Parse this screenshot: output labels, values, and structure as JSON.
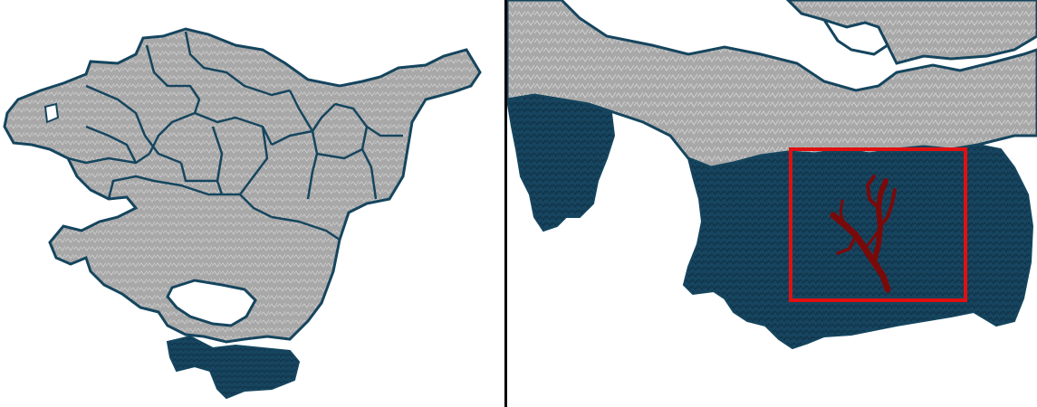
{
  "colors": {
    "background": "#ffffff",
    "terrain_fill": "#a8a8a8",
    "terrain_shade": "#cfcfcf",
    "boundary_stroke": "#15455e",
    "highlight_region": "#174560",
    "highlight_shade": "#0e3044",
    "river_network": "#7a0a0a",
    "zoom_box": "#e01010",
    "divider": "#000000"
  },
  "panels": [
    {
      "id": "overview",
      "features": [
        "terrain",
        "district-boundaries",
        "enclave",
        "highlighted-region"
      ]
    },
    {
      "id": "detail",
      "features": [
        "terrain",
        "highlighted-region",
        "river-network",
        "zoom-box"
      ]
    }
  ],
  "icons": {
    "river": "river-network-icon",
    "zoom": "zoom-extent-box"
  }
}
